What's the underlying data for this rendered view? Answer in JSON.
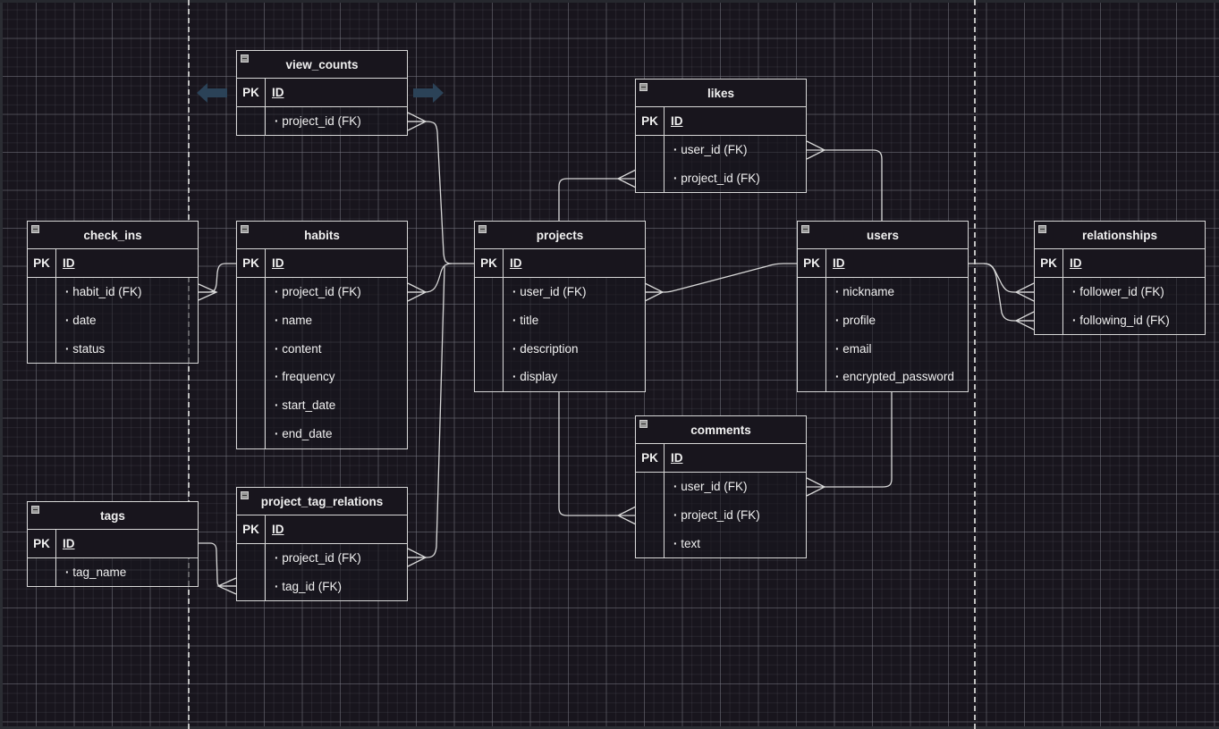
{
  "diagram": {
    "type": "entity-relationship",
    "key_label": "PK",
    "entities": {
      "view_counts": {
        "name": "view_counts",
        "pk": "ID",
        "fields": [
          "project_id (FK)"
        ]
      },
      "likes": {
        "name": "likes",
        "pk": "ID",
        "fields": [
          "user_id (FK)",
          "project_id (FK)"
        ]
      },
      "check_ins": {
        "name": "check_ins",
        "pk": "ID",
        "fields": [
          "habit_id (FK)",
          "date",
          "status"
        ]
      },
      "habits": {
        "name": "habits",
        "pk": "ID",
        "fields": [
          "project_id (FK)",
          "name",
          "content",
          "frequency",
          "start_date",
          "end_date"
        ]
      },
      "projects": {
        "name": "projects",
        "pk": "ID",
        "fields": [
          "user_id (FK)",
          "title",
          "description",
          "display"
        ]
      },
      "users": {
        "name": "users",
        "pk": "ID",
        "fields": [
          "nickname",
          "profile",
          "email",
          "encrypted_password"
        ]
      },
      "relationships": {
        "name": "relationships",
        "pk": "ID",
        "fields": [
          "follower_id (FK)",
          "following_id (FK)"
        ]
      },
      "comments": {
        "name": "comments",
        "pk": "ID",
        "fields": [
          "user_id (FK)",
          "project_id (FK)",
          "text"
        ]
      },
      "tags": {
        "name": "tags",
        "pk": "ID",
        "fields": [
          "tag_name"
        ]
      },
      "project_tag_relations": {
        "name": "project_tag_relations",
        "pk": "ID",
        "fields": [
          "project_id (FK)",
          "tag_id (FK)"
        ]
      }
    },
    "relations": [
      {
        "from": "projects.ID",
        "to": "view_counts.project_id",
        "cardinality": "one-to-many"
      },
      {
        "from": "projects.ID",
        "to": "habits.project_id",
        "cardinality": "one-to-many"
      },
      {
        "from": "projects.ID",
        "to": "project_tag_relations.project_id",
        "cardinality": "one-to-many"
      },
      {
        "from": "projects.ID",
        "to": "likes.project_id",
        "cardinality": "one-to-many"
      },
      {
        "from": "projects.ID",
        "to": "comments.project_id",
        "cardinality": "one-to-many"
      },
      {
        "from": "habits.ID",
        "to": "check_ins.habit_id",
        "cardinality": "one-to-many"
      },
      {
        "from": "tags.ID",
        "to": "project_tag_relations.tag_id",
        "cardinality": "one-to-many"
      },
      {
        "from": "users.ID",
        "to": "projects.user_id",
        "cardinality": "one-to-many"
      },
      {
        "from": "users.ID",
        "to": "likes.user_id",
        "cardinality": "one-to-many"
      },
      {
        "from": "users.ID",
        "to": "comments.user_id",
        "cardinality": "one-to-many"
      },
      {
        "from": "users.ID",
        "to": "relationships.follower_id",
        "cardinality": "one-to-many"
      },
      {
        "from": "users.ID",
        "to": "relationships.following_id",
        "cardinality": "one-to-many"
      }
    ]
  },
  "colors": {
    "background": "#18151d",
    "line": "#d8d8d8",
    "nav_arrow": "#2b4257"
  },
  "icons": {
    "collapse": "minus-box-icon",
    "nav_left": "arrow-left-icon",
    "nav_right": "arrow-right-icon"
  }
}
